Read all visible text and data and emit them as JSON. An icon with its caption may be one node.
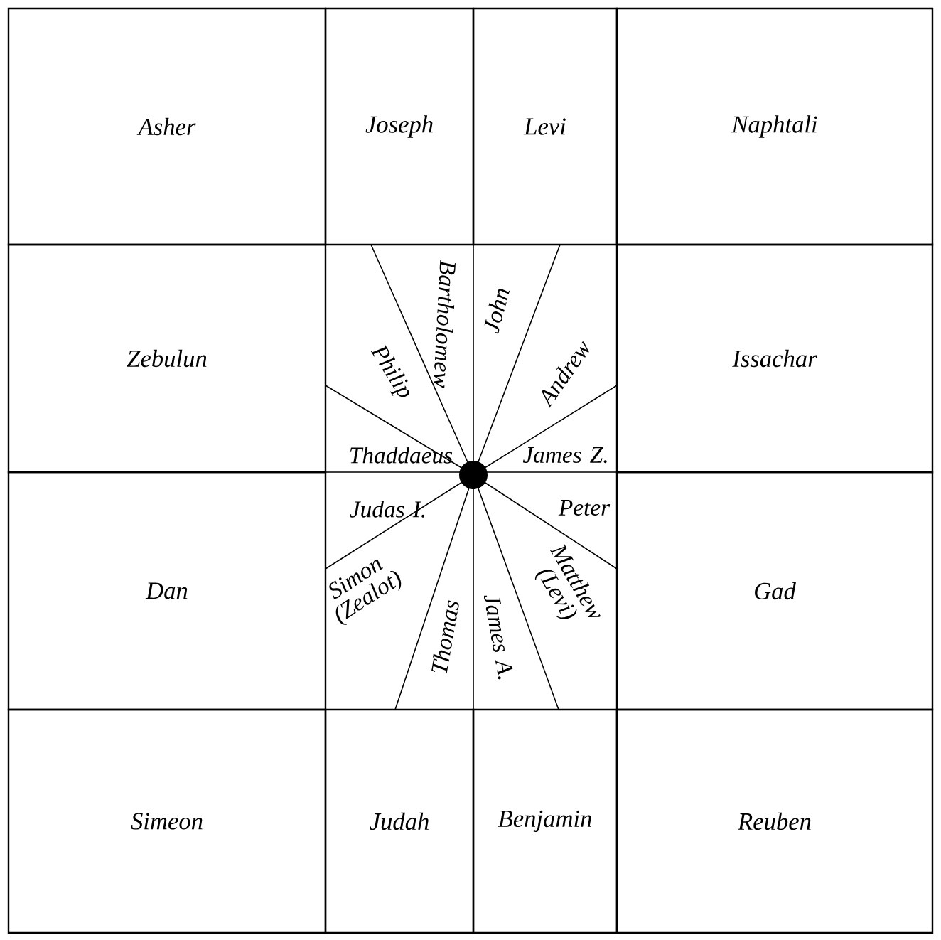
{
  "diagram": {
    "nodes": [
      {
        "text": [
          "Asher"
        ]
      },
      {
        "text": [
          "Joseph"
        ]
      },
      {
        "text": [
          "Levi"
        ]
      },
      {
        "text": [
          "Naphtali"
        ]
      },
      {
        "text": [
          "Zebulun"
        ]
      },
      {
        "text": [
          "Issachar"
        ]
      },
      {
        "text": [
          "Dan"
        ]
      },
      {
        "text": [
          "Gad"
        ]
      },
      {
        "text": [
          "Simeon"
        ]
      },
      {
        "text": [
          "Judah"
        ]
      },
      {
        "text": [
          "Benjamin"
        ]
      },
      {
        "text": [
          "Reuben"
        ]
      }
    ],
    "labels": [
      "Bartholomew",
      "John",
      "Philip",
      "Andrew",
      "Thaddaeus",
      "James Z.",
      "Judas I.",
      "Peter",
      "Simon (Zealot)",
      "Matthew (Levi)",
      "Thomas",
      "James A."
    ]
  }
}
